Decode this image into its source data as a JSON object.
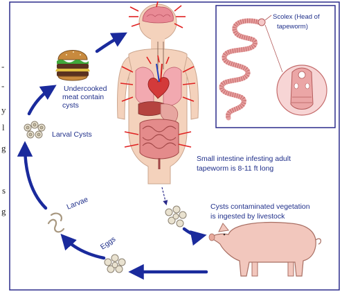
{
  "labels": {
    "hamburger": [
      "Undercooked",
      "meat contain",
      "cysts"
    ],
    "larval_cysts": "Larval Cysts",
    "larvae": "Larvae",
    "eggs": "Eggs",
    "small_intestine": [
      "Small intestine infesting adult",
      "tapeworm is 8-11 ft long"
    ],
    "vegetation": [
      "Cysts contaminated vegetation",
      "is ingested by livestock"
    ],
    "scolex": [
      "Scolex (Head of",
      "tapeworm)"
    ]
  },
  "side_text": [
    "-",
    "-",
    "y",
    "l",
    "g",
    "s",
    "g"
  ],
  "colors": {
    "cycle_arrow": "#1a2a9c",
    "frame_border": "#2a2a8a",
    "inset_border": "#2a2a8a",
    "label_text": "#1f2f8a",
    "body_skin": "#f4d2bc",
    "pain_marks": "#e02020",
    "tapeworm": "#e8a0a0",
    "pig": "#f2c7bd"
  }
}
